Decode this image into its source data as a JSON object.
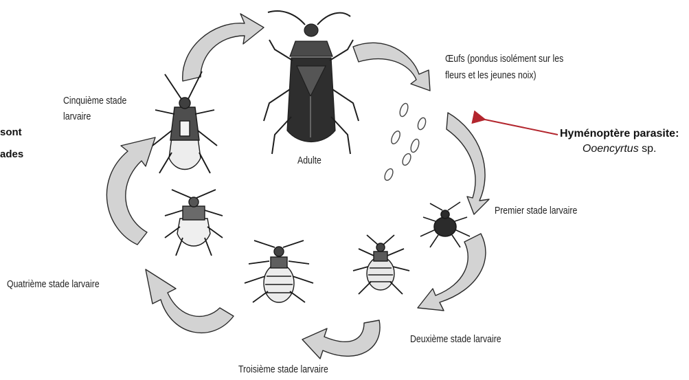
{
  "labels": {
    "adult": "Adulte",
    "eggs_line1": "Œufs (pondus isolément sur les",
    "eggs_line2": "fleurs et les jeunes noix)",
    "stage1": "Premier stade larvaire",
    "stage2": "Deuxième stade larvaire",
    "stage3": "Troisième stade larvaire",
    "stage4": "Quatrième stade larvaire",
    "stage5_line1": "Cinquième stade",
    "stage5_line2": "larvaire"
  },
  "parasite": {
    "title": "Hyménoptère parasite:",
    "genus": "Ooencyrtus",
    "species_suffix": " sp."
  },
  "left_cut_text": {
    "line1": "sont",
    "line2": "ades"
  },
  "colors": {
    "arrow_fill": "#d3d3d3",
    "arrow_stroke": "#2a2a2a",
    "pointer": "#b3262e",
    "insect_dark": "#2b2b2b",
    "insect_mid": "#6e6e6e"
  }
}
